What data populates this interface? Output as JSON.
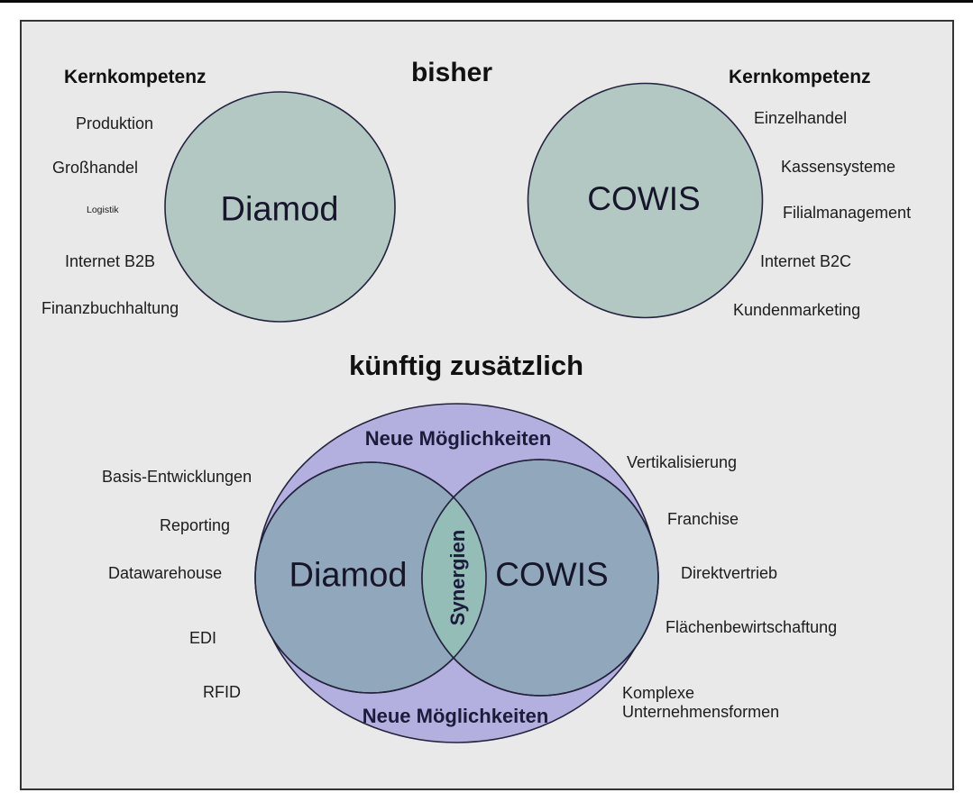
{
  "colors": {
    "background": "#e9e9e9",
    "top_circle_fill": "#b3c7c3",
    "ellipse_fill": "#b3b0e0",
    "bottom_circle_fill": "#91a7bc",
    "overlap_fill": "#95bdb7",
    "outline": "#23233d",
    "label_navy": "#1b1b3a"
  },
  "top_section": {
    "title": "bisher",
    "left": {
      "heading": "Kernkompetenz",
      "circle_label": "Diamod",
      "items": [
        "Produktion",
        "Großhandel",
        "Logistik",
        "Internet B2B",
        "Finanzbuchhaltung"
      ]
    },
    "right": {
      "heading": "Kernkompetenz",
      "circle_label": "COWIS",
      "items": [
        "Einzelhandel",
        "Kassensysteme",
        "Filialmanagement",
        "Internet B2C",
        "Kundenmarketing"
      ]
    }
  },
  "bottom_section": {
    "title": "künftig zusätzlich",
    "outer_label_top": "Neue Möglichkeiten",
    "outer_label_bottom": "Neue Möglichkeiten",
    "left_circle_label": "Diamod",
    "right_circle_label": "COWIS",
    "overlap_label": "Synergien",
    "left_items": [
      "Basis-Entwicklungen",
      "Reporting",
      "Datawarehouse",
      "EDI",
      "RFID"
    ],
    "right_items": [
      "Vertikalisierung",
      "Franchise",
      "Direktvertrieb",
      "Flächenbewirtschaftung",
      "Komplexe Unternehmensformen"
    ]
  }
}
